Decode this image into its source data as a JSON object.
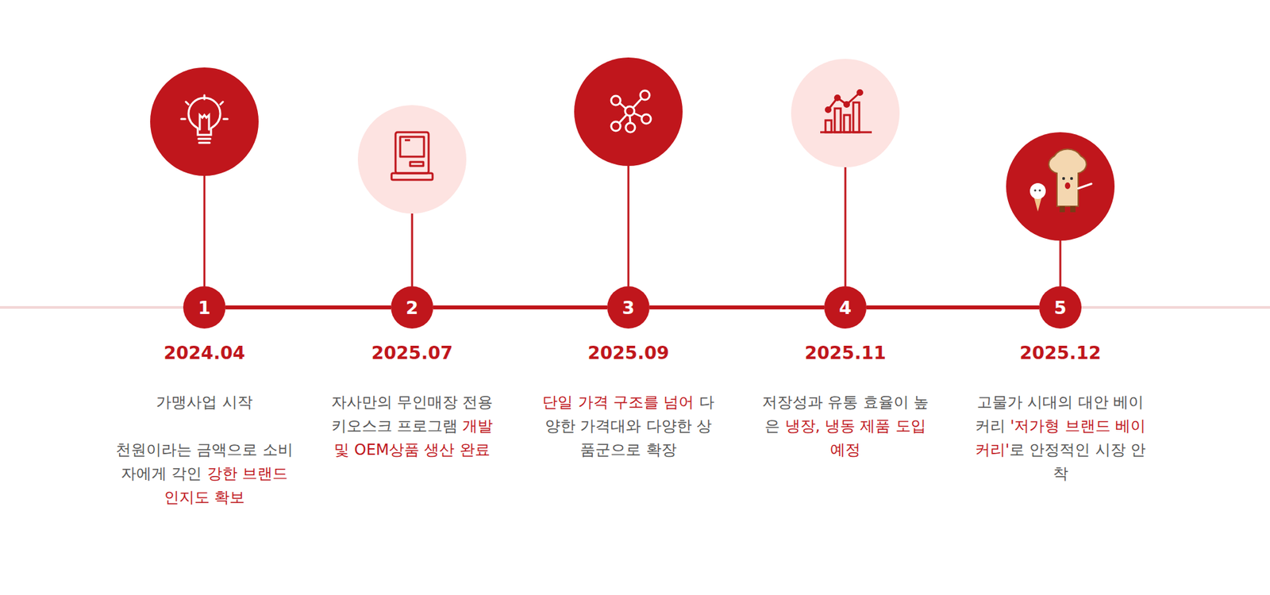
{
  "diagram": {
    "nodes": [
      {
        "text": [
          "1"
        ]
      },
      {
        "text": [
          "2"
        ]
      },
      {
        "text": [
          "3"
        ]
      },
      {
        "text": [
          "4"
        ]
      },
      {
        "text": [
          "5"
        ]
      }
    ],
    "edges": [
      {
        "from": 0,
        "to": 1,
        "arrow": "none"
      },
      {
        "from": 1,
        "to": 2,
        "arrow": "none"
      },
      {
        "from": 2,
        "to": 3,
        "arrow": "none"
      },
      {
        "from": 3,
        "to": 4,
        "arrow": "none"
      }
    ],
    "labels": [
      "2024.04",
      "가맹사업 시작",
      "천원이라는 금액으로 소비자에게 각인",
      "강한 브랜드 인지도 확보",
      "2025.07",
      "자사만의 무인매장 전용 키오스크 프로그램",
      "개발 및 OEM상품 생산 완료",
      "2025.09",
      "단일 가격 구조를 넘어",
      "다양한 가격대와 다양한 상품군으로 확장",
      "2025.11",
      "저장성과 유통 효율이 높은",
      "냉장, 냉동 제품 도입 예정",
      "2025.12",
      "고물가 시대의 대안 베이커리",
      "'저가형 브랜드 베이커리'",
      "로 안정적인 시장 안착"
    ]
  }
}
